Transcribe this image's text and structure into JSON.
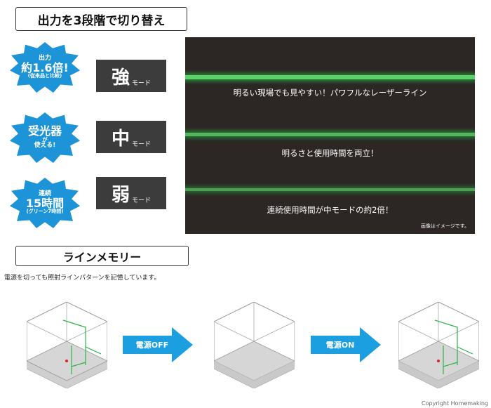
{
  "section_output": {
    "title": "出力を3段階で切り替え",
    "badges": [
      {
        "line1": "出力",
        "line2": "約1.6倍!",
        "line3": "(従来品と比較)"
      },
      {
        "line1": "受光器",
        "line2": "が",
        "line3": "使える!"
      },
      {
        "line1": "連続",
        "line2": "15時間",
        "line3": "(グリーン7時間)"
      }
    ],
    "modes": [
      {
        "label": "強",
        "suffix": "モード"
      },
      {
        "label": "中",
        "suffix": "モード"
      },
      {
        "label": "弱",
        "suffix": "モード"
      }
    ],
    "panel": {
      "captions": [
        "明るい現場でも見やすい！パワフルなレーザーライン",
        "明るさと使用時間を両立！",
        "連続使用時間が中モードの約2倍！"
      ],
      "note": "画像はイメージです。",
      "laser_color": "#5bd16a",
      "background_color": "#2c2624"
    }
  },
  "section_memory": {
    "title": "ラインメモリー",
    "description": "電源を切っても照射ラインパターンを記憶しています。",
    "arrows": [
      {
        "label": "電源OFF"
      },
      {
        "label": "電源ON"
      }
    ],
    "arrow_color": "#1c9fe0",
    "line_color": "#2bb34a"
  },
  "copyright": "Copyright Homemaking"
}
